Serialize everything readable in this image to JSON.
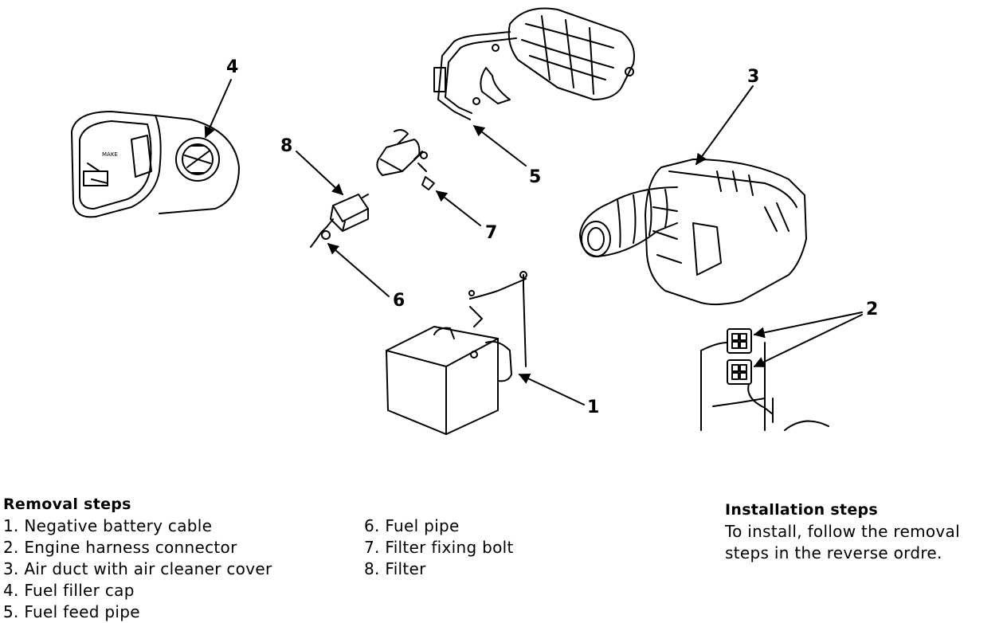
{
  "callouts": {
    "c1": "1",
    "c2": "2",
    "c3": "3",
    "c4": "4",
    "c5": "5",
    "c6": "6",
    "c7": "7",
    "c8": "8"
  },
  "removal": {
    "title": "Removal steps",
    "steps": [
      "1. Negative battery cable",
      "2. Engine harness connector",
      "3. Air duct with air cleaner cover",
      "4. Fuel filler cap",
      "5. Fuel feed pipe",
      "6. Fuel pipe",
      "7. Filter fixing bolt",
      "8. Filter"
    ]
  },
  "installation": {
    "title": "Installation steps",
    "line1": "To install, follow the removal",
    "line2": "steps in the reverse ordre."
  }
}
